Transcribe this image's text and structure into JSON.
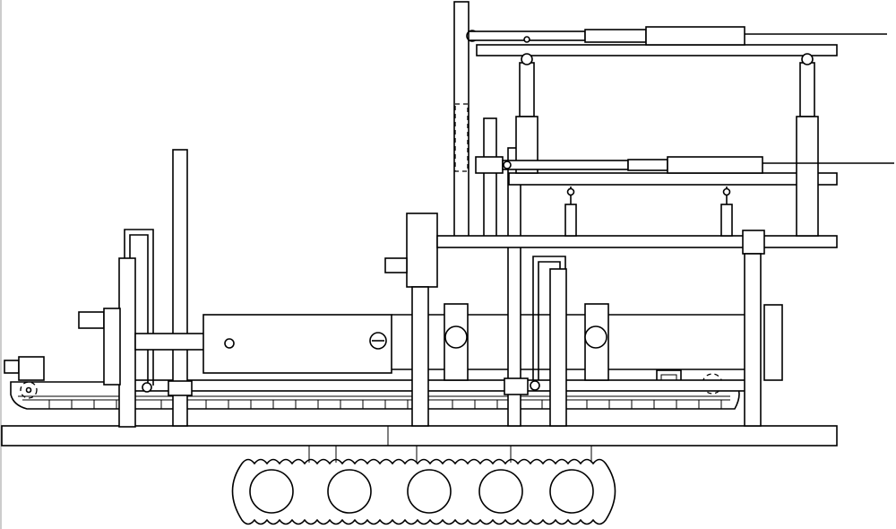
{
  "figure": {
    "kind": "mechanical line drawing, side elevation",
    "text_labels": [],
    "colors": {
      "line": "#000000",
      "background": "#ffffff"
    },
    "visible_parts": {
      "crawler_wheels": 5,
      "upper_hydraulic_cylinders": 2,
      "vertical_posts": 6
    }
  }
}
